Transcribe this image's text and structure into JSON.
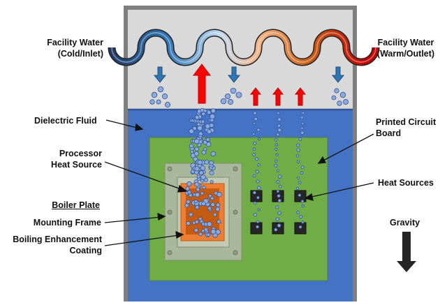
{
  "labels": {
    "facility_water_cold_line1": "Facility Water",
    "facility_water_cold_line2": "(Cold/Inlet)",
    "facility_water_warm_line1": "Facility Water",
    "facility_water_warm_line2": "(Warm/Outlet)",
    "dielectric_fluid": "Dielectric Fluid",
    "processor_line1": "Processor",
    "processor_line2": "Heat Source",
    "boiler_plate": "Boiler Plate",
    "mounting_frame": "Mounting Frame",
    "coating_line1": "Boiling Enhancement",
    "coating_line2": "Coating",
    "pcb_line1": "Printed Circuit",
    "pcb_line2": "Board",
    "heat_sources": "Heat Sources",
    "gravity": "Gravity"
  },
  "colors": {
    "tank_wall": "#7f7f7f",
    "vapor_space": "#d9d9d9",
    "dielectric_fluid": "#4472c4",
    "pcb": "#70ad47",
    "mounting_frame": "#a9b79a",
    "boiler_plate": "#ed7d31",
    "coating": "#c55a11",
    "coil_cold": "#1f3864",
    "coil_warm": "#c00000",
    "condensate_arrow": "#2e75b6",
    "vapor_arrow": "#ff0000",
    "bubble": "#8ea9db"
  }
}
